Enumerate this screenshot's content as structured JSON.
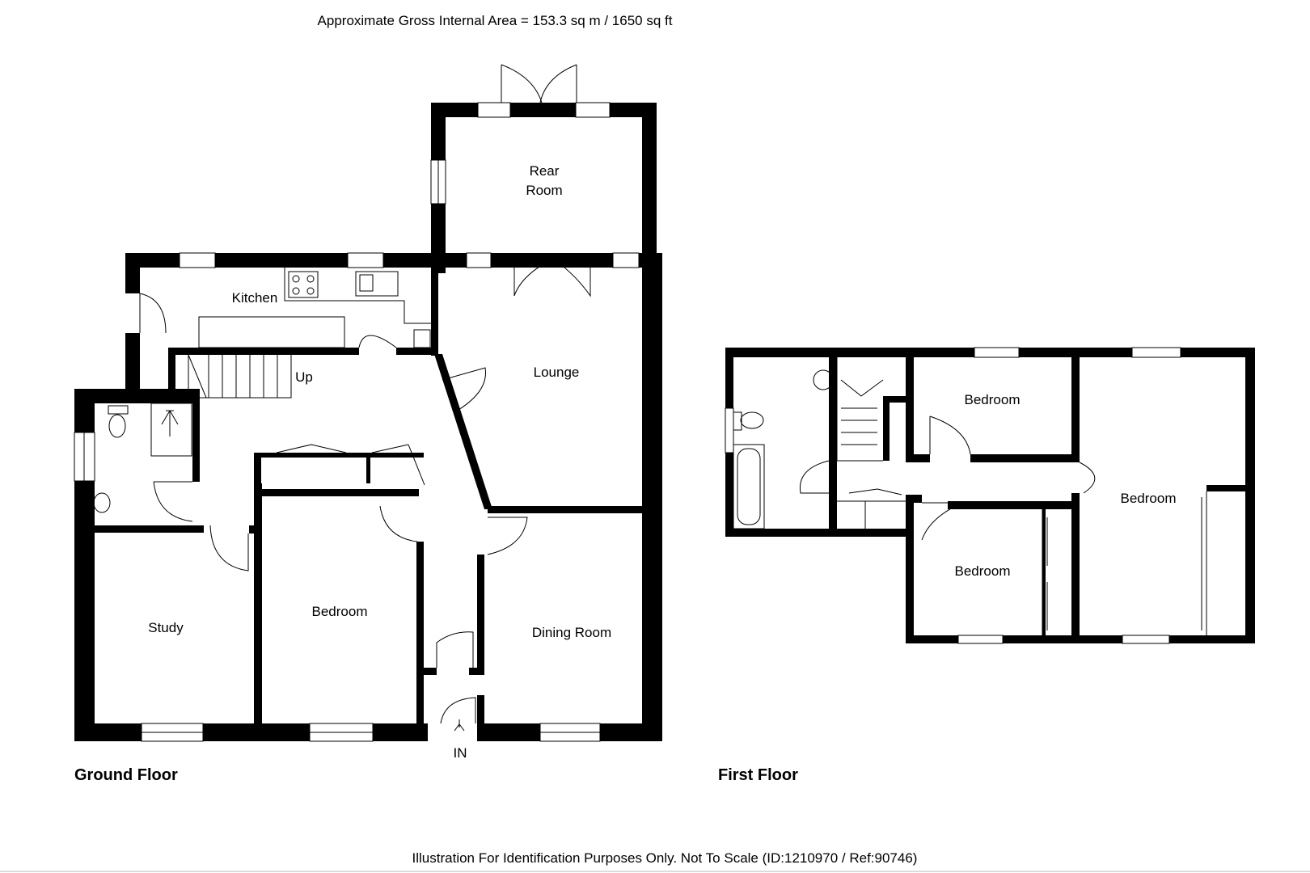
{
  "header": {
    "area_text": "Approximate Gross Internal Area = 153.3 sq m / 1650 sq ft"
  },
  "ground_floor": {
    "title": "Ground Floor",
    "rooms": {
      "rear_room_line1": "Rear",
      "rear_room_line2": "Room",
      "kitchen": "Kitchen",
      "lounge": "Lounge",
      "stairs_up": "Up",
      "study": "Study",
      "bedroom": "Bedroom",
      "dining_room": "Dining Room",
      "entrance": "IN"
    }
  },
  "first_floor": {
    "title": "First Floor",
    "rooms": {
      "bedroom_top": "Bedroom",
      "bedroom_large": "Bedroom",
      "bedroom_small": "Bedroom"
    }
  },
  "footer": {
    "disclaimer": "Illustration For Identification Purposes Only. Not To Scale (ID:1210970 / Ref:90746)"
  }
}
